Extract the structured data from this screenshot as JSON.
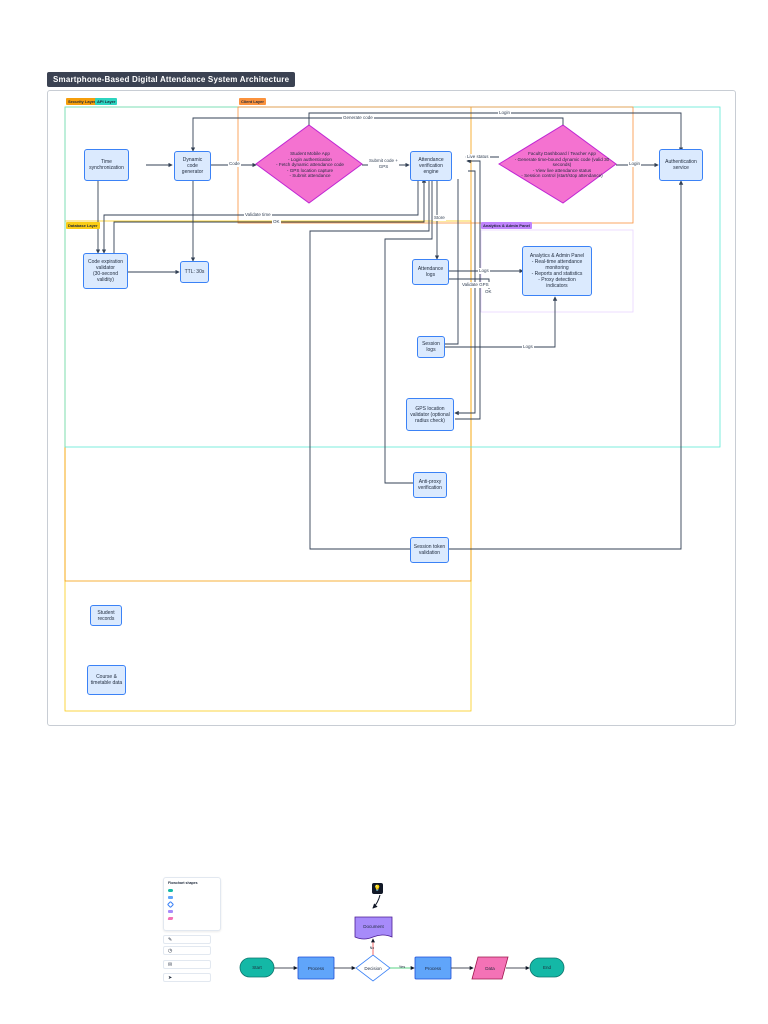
{
  "title": "Smartphone-Based Digital Attendance System Architecture",
  "layers": {
    "security": "Security Layer",
    "api": "API Layer",
    "client": "Client Layer",
    "database": "Database Layer",
    "analytics": "Analytics & Admin Panel"
  },
  "nodes": {
    "time_sync": "Time\nsynchronization",
    "code_gen": "Dynamic\ncode\ngenerator",
    "student_app": "Student Mobile App\n- Login authentication\n- Fetch dynamic attendance code\n- GPS location capture\n- Submit attendance",
    "verify_engine": "Attendance\nverification\nengine",
    "faculty": "Faculty Dashboard / Teacher App\n- Generate time-bound dynamic code (valid 30\nseconds)\n- View live attendance status\n- Session control (start/stop attendance)",
    "auth": "Authentication\nservice",
    "code_expiry": "Code expiration\nvalidator\n(30-second\nvalidity)",
    "ttl": "TTL: 30s",
    "attendance_logs": "Attendance\nlogs",
    "analytics_panel": "Analytics & Admin Panel\n- Real-time attendance\nmonitoring\n- Reports and statistics\n- Proxy detection\nindicators",
    "session_logs": "Session\nlogs",
    "gps_validator": "GPS location\nvalidator (optional\nradius check)",
    "anti_proxy": "Anti-proxy\nverification",
    "session_token": "Session token\nvalidation",
    "student_records": "Student\nrecords",
    "course_data": "Course &\ntimetable data"
  },
  "edge_labels": {
    "generate_code": "Generate code",
    "login_top": "Login",
    "code": "Code",
    "submit": "Submit code +\nGPS",
    "live_status": "Live status",
    "login_right": "Login",
    "validate_time": "Validate time",
    "ok": "OK",
    "store": "Store",
    "logs_1": "Logs",
    "validate_gps": "Validate GPS",
    "ok2": "OK",
    "logs_2": "Logs"
  },
  "shapes_panel": {
    "title": "Flowchart shapes",
    "items": [
      {
        "name": "",
        "desc": "",
        "color": "#14b8a6"
      },
      {
        "name": "",
        "desc": "",
        "color": "#60a5fa"
      },
      {
        "name": "",
        "desc": "",
        "color": "#ffffff"
      },
      {
        "name": "",
        "desc": "",
        "color": "#a78bfa"
      },
      {
        "name": "",
        "desc": "",
        "color": "#f472b6"
      }
    ]
  },
  "side_buttons": [
    "",
    "",
    "",
    ""
  ],
  "hint_text": "",
  "example_flow": {
    "start": "Start",
    "process1": "Process",
    "decision": "Decision",
    "yes": "Yes",
    "no": "No",
    "process2": "Process",
    "data": "Data",
    "end": "End",
    "document": "Document"
  },
  "colors": {
    "node_fill": "#dbeafe",
    "node_border": "#3b82f6",
    "diamond_fill": "#f472d0",
    "security_tag": "#f59e0b",
    "api_tag": "#2dd4bf",
    "client_tag": "#fb923c",
    "database_tag": "#facc15",
    "analytics_tag": "#c084fc"
  }
}
